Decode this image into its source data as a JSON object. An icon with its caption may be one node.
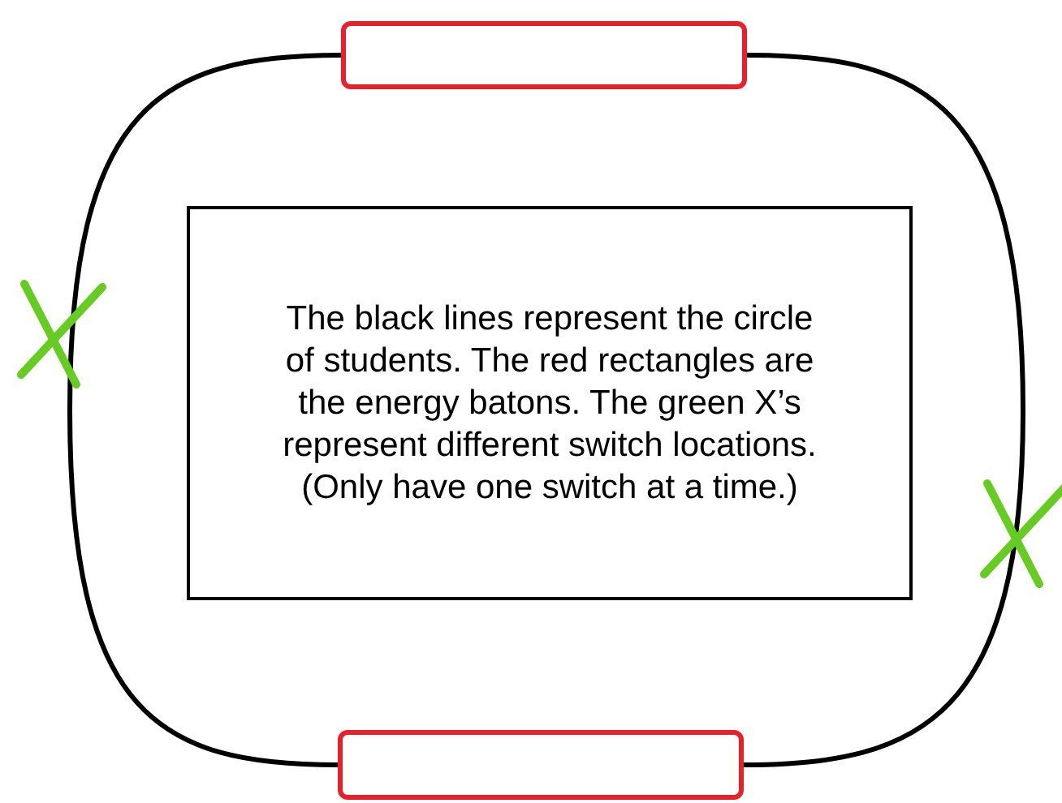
{
  "diagram": {
    "nodes": [
      {
        "text": [],
        "shape": "box"
      },
      {
        "text": [
          "The black lines represent the circle of students. The red rectangles are the energy batons. The green X’s represent different switch locations. (Only have one switch at a time.)"
        ]
      },
      {
        "text": [],
        "shape": "box"
      }
    ],
    "edges": [
      {
        "from": 0,
        "to": 2,
        "arrow": "none"
      },
      {
        "from": 0,
        "to": 2,
        "arrow": "none"
      }
    ]
  }
}
